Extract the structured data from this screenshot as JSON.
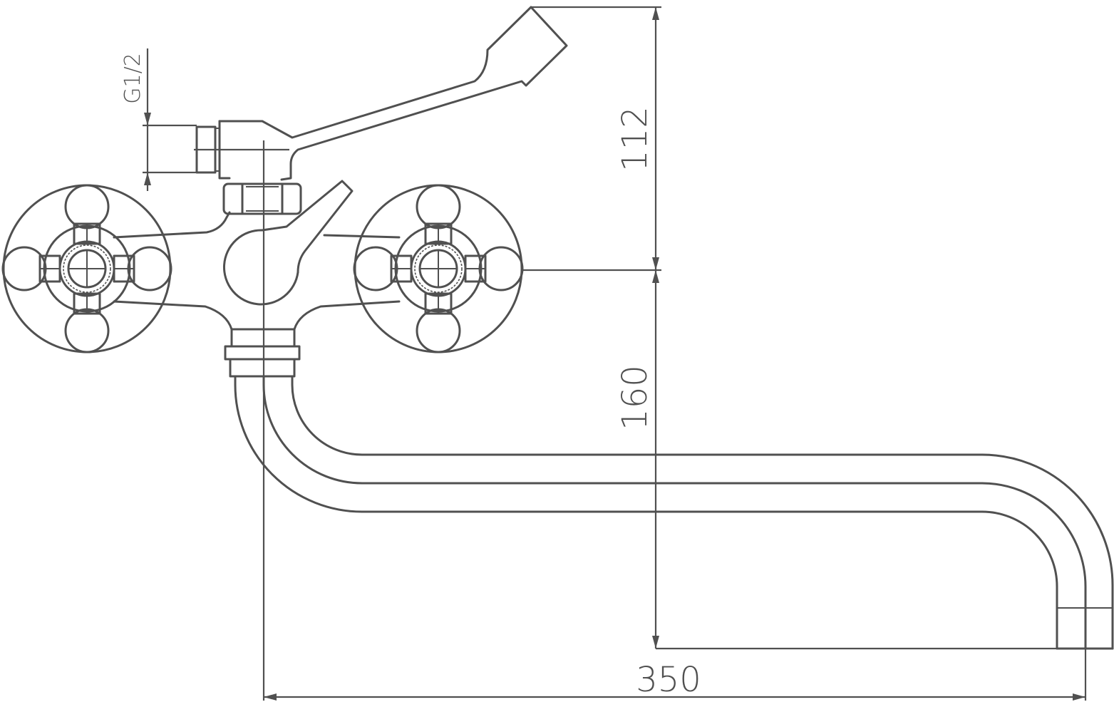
{
  "dimensions": {
    "height_top": "112",
    "height_bottom": "160",
    "spout_length": "350",
    "thread_size": "G1/2"
  }
}
